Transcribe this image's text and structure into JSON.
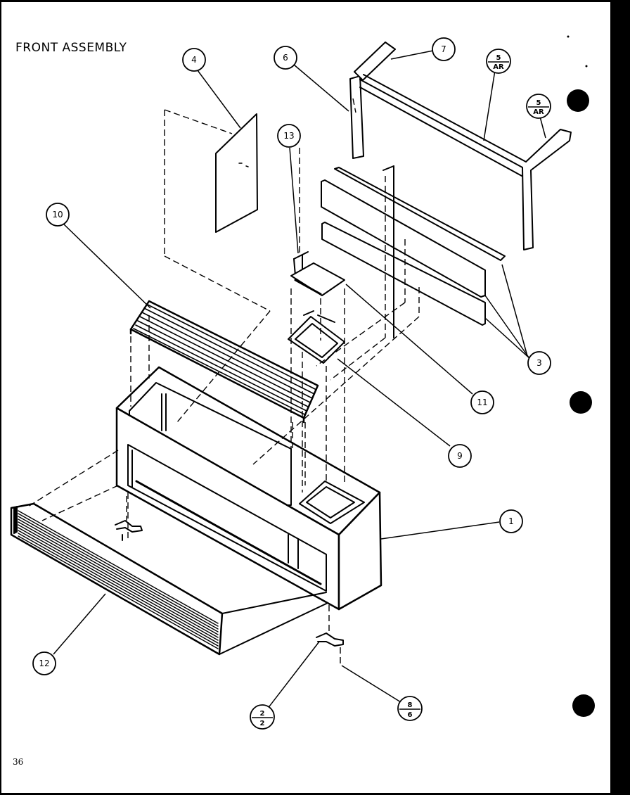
{
  "title": "FRONT ASSEMBLY",
  "page_number": "36",
  "callouts": {
    "c1": "1",
    "c3": "3",
    "c4": "4",
    "c6": "6",
    "c7": "7",
    "c9": "9",
    "c10": "10",
    "c11": "11",
    "c12": "12",
    "c13": "13",
    "c5a_top": "5",
    "c5a_bottom": "AR",
    "c5b_top": "5",
    "c5b_bottom": "AR",
    "c2_top": "2",
    "c2_bottom": "2",
    "c8_top": "8",
    "c8_bottom": "6"
  }
}
